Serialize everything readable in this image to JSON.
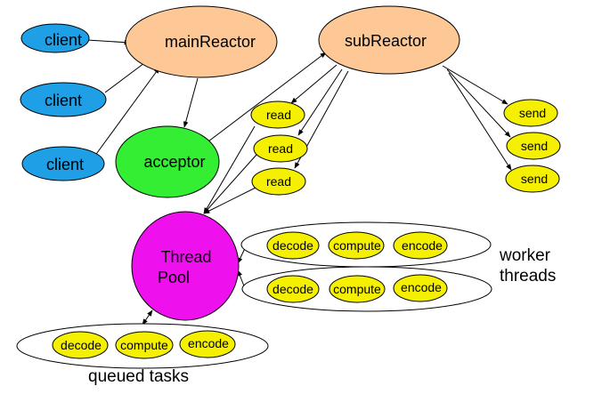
{
  "nodes": {
    "client_1": "client",
    "client_2": "client",
    "client_3": "client",
    "main_reactor": "mainReactor",
    "sub_reactor": "subReactor",
    "acceptor": "acceptor",
    "read_1": "read",
    "read_2": "read",
    "read_3": "read",
    "send_1": "send",
    "send_2": "send",
    "send_3": "send",
    "thread_pool_line1": "Thread",
    "thread_pool_line2": "Pool"
  },
  "worker_rows": [
    {
      "decode": "decode",
      "compute": "compute",
      "encode": "encode"
    },
    {
      "decode": "decode",
      "compute": "compute",
      "encode": "encode"
    }
  ],
  "queued_row": {
    "decode": "decode",
    "compute": "compute",
    "encode": "encode"
  },
  "labels": {
    "worker_line1": "worker",
    "worker_line2": "threads",
    "queued": "queued tasks"
  },
  "colors": {
    "client_fill": "#1e9fe6",
    "reactor_fill": "#fdc896",
    "acceptor_fill": "#33ee33",
    "task_fill": "#f5f000",
    "pool_fill": "#ee11ee"
  }
}
